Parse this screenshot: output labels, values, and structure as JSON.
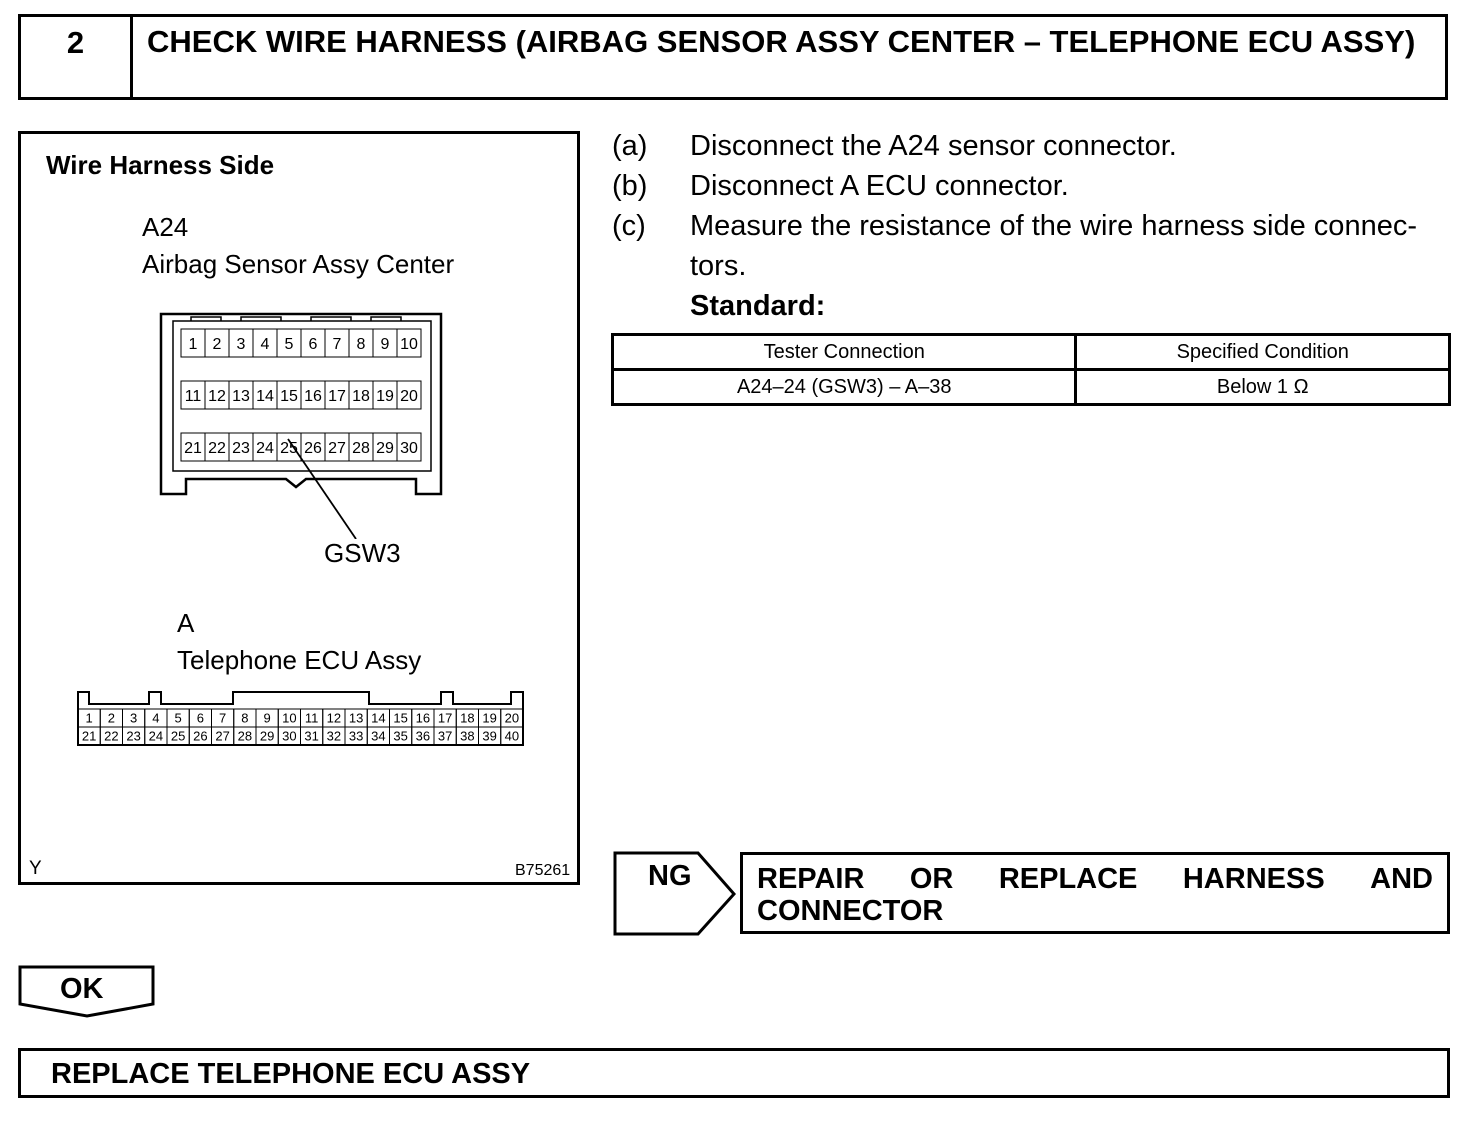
{
  "step": {
    "number": "2",
    "title": "CHECK WIRE HARNESS (AIRBAG SENSOR ASSY CENTER – TELEPHONE ECU ASSY)"
  },
  "figure": {
    "heading": "Wire Harness Side",
    "connector1": {
      "code": "A24",
      "name": "Airbag Sensor Assy Center",
      "rows": [
        [
          "1",
          "2",
          "3",
          "4",
          "5",
          "6",
          "7",
          "8",
          "9",
          "10"
        ],
        [
          "11",
          "12",
          "13",
          "14",
          "15",
          "16",
          "17",
          "18",
          "19",
          "20"
        ],
        [
          "21",
          "22",
          "23",
          "24",
          "25",
          "26",
          "27",
          "28",
          "29",
          "30"
        ]
      ],
      "wire_label": "GSW3"
    },
    "connector2": {
      "code": "A",
      "name": "Telephone ECU Assy",
      "rows": [
        [
          "1",
          "2",
          "3",
          "4",
          "5",
          "6",
          "7",
          "8",
          "9",
          "10",
          "11",
          "12",
          "13",
          "14",
          "15",
          "16",
          "17",
          "18",
          "19",
          "20"
        ],
        [
          "21",
          "22",
          "23",
          "24",
          "25",
          "26",
          "27",
          "28",
          "29",
          "30",
          "31",
          "32",
          "33",
          "34",
          "35",
          "36",
          "37",
          "38",
          "39",
          "40"
        ]
      ]
    },
    "corner_left": "Y",
    "figure_id": "B75261"
  },
  "instructions": [
    {
      "letter": "(a)",
      "text": "Disconnect the A24 sensor connector."
    },
    {
      "letter": "(b)",
      "text": "Disconnect A ECU connector."
    },
    {
      "letter": "(c)",
      "text": "Measure the resistance of the wire harness side connec-",
      "text2": "tors."
    }
  ],
  "standard_label": "Standard:",
  "table": {
    "headers": [
      "Tester Connection",
      "Specified Condition"
    ],
    "rows": [
      [
        "A24–24 (GSW3) – A–38",
        "Below 1 Ω"
      ]
    ]
  },
  "ng": {
    "label": "NG",
    "line1": [
      "REPAIR",
      "OR",
      "REPLACE",
      "HARNESS",
      "AND"
    ],
    "line2": "CONNECTOR"
  },
  "ok": {
    "label": "OK"
  },
  "final_action": "REPLACE TELEPHONE ECU ASSY"
}
